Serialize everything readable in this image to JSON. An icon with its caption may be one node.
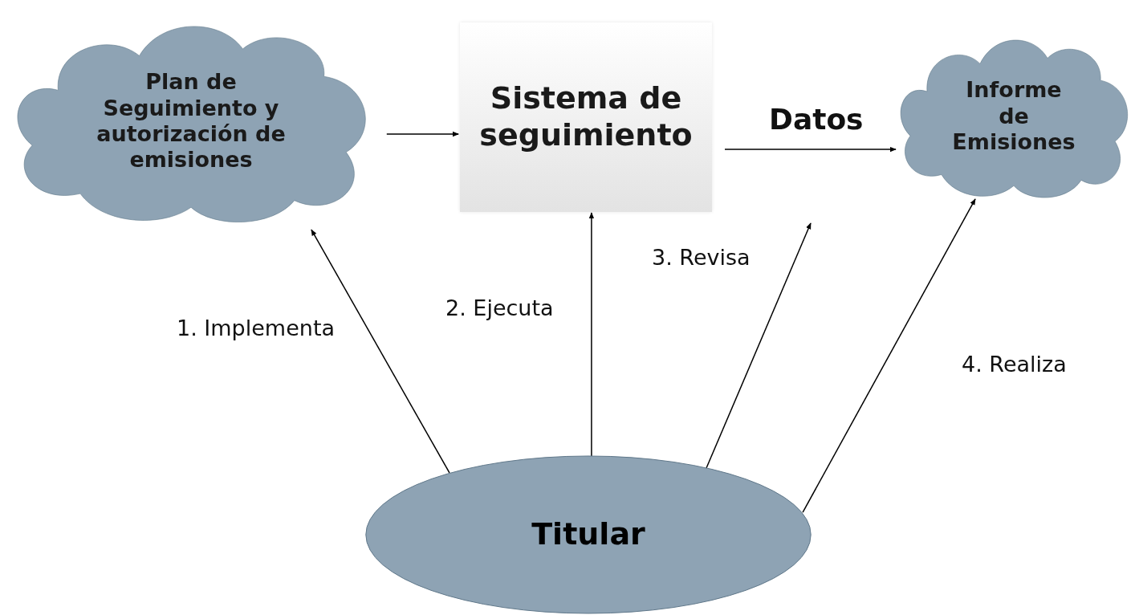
{
  "diagram": {
    "nodes": [
      {
        "text": [
          "Plan de Seguimiento y autorización de emisiones"
        ]
      },
      {
        "text": [
          "Sistema de seguimiento"
        ]
      },
      {
        "text": [
          "Informe de Emisiones"
        ]
      },
      {
        "text": [
          "Titular"
        ]
      }
    ],
    "edges": [
      {
        "from": 0,
        "to": 1,
        "arrow": "to"
      },
      {
        "from": 1,
        "to": 2,
        "arrow": "to",
        "label": "Datos"
      },
      {
        "from": 3,
        "to": 0,
        "arrow": "to",
        "label": "1. Implementa"
      },
      {
        "from": 3,
        "to": 1,
        "arrow": "to",
        "label": "2. Ejecuta"
      },
      {
        "from": 3,
        "to": null,
        "arrow": "to",
        "label": "3. Revisa"
      },
      {
        "from": 3,
        "to": 2,
        "arrow": "to",
        "label": "4. Realiza"
      }
    ]
  }
}
